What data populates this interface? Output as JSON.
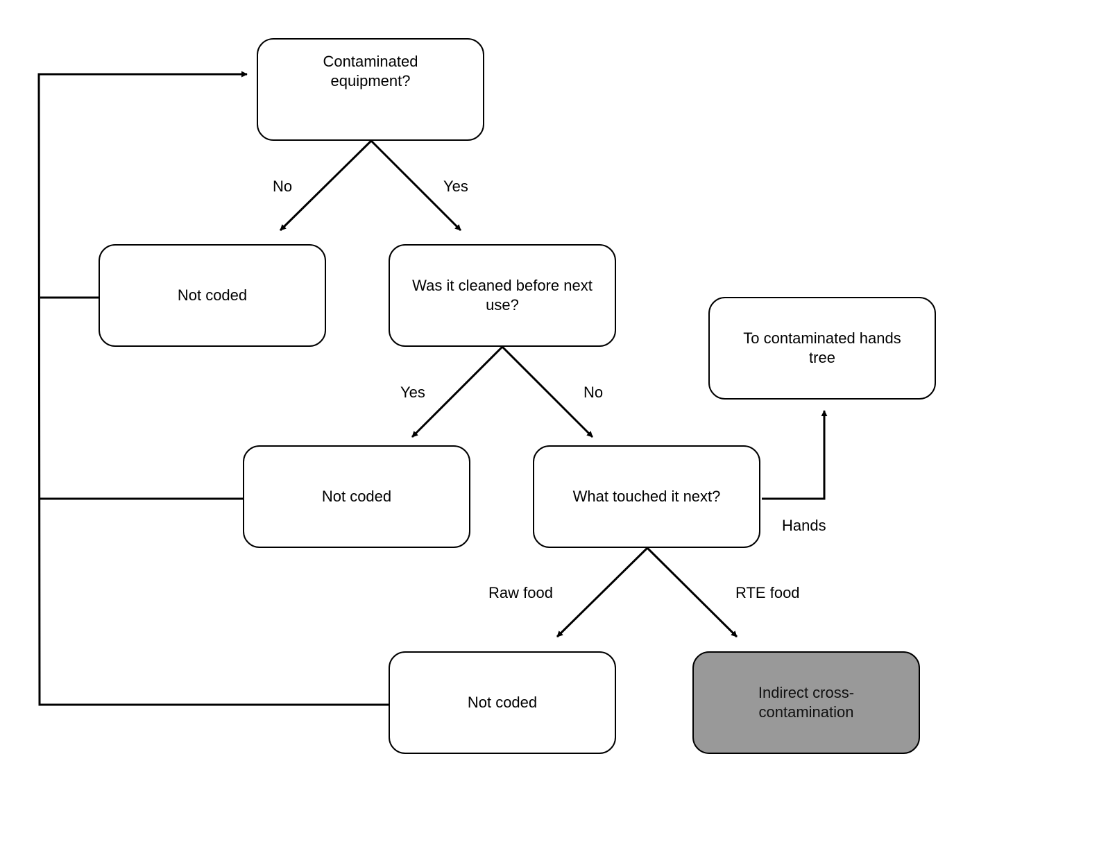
{
  "nodes": {
    "contaminated_equipment": "Contaminated equipment?",
    "not_coded_1": "Not coded",
    "cleaned_before_next_use": "Was it cleaned before next use?",
    "to_hands_tree": "To contaminated hands tree",
    "not_coded_2": "Not coded",
    "what_touched_next": "What touched it next?",
    "not_coded_3": "Not coded",
    "indirect_cross_contamination": "Indirect cross-contamination"
  },
  "edges": {
    "equip_no": "No",
    "equip_yes": "Yes",
    "cleaned_yes": "Yes",
    "cleaned_no": "No",
    "touched_hands": "Hands",
    "touched_raw_food": "Raw food",
    "touched_rte_food": "RTE food"
  },
  "colors": {
    "line": "#000000",
    "terminal_fill": "#999999"
  }
}
